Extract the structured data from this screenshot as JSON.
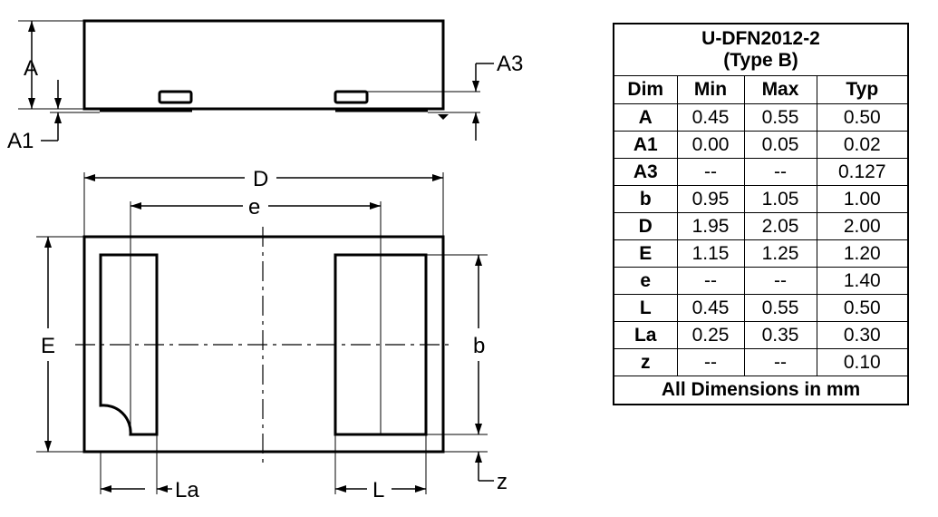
{
  "package": {
    "title_line1": "U-DFN2012-2",
    "title_line2": "(Type B)"
  },
  "table": {
    "columns": [
      "Dim",
      "Min",
      "Max",
      "Typ"
    ],
    "rows": [
      {
        "dim": "A",
        "min": "0.45",
        "max": "0.55",
        "typ": "0.50"
      },
      {
        "dim": "A1",
        "min": "0.00",
        "max": "0.05",
        "typ": "0.02"
      },
      {
        "dim": "A3",
        "min": "--",
        "max": "--",
        "typ": "0.127"
      },
      {
        "dim": "b",
        "min": "0.95",
        "max": "1.05",
        "typ": "1.00"
      },
      {
        "dim": "D",
        "min": "1.95",
        "max": "2.05",
        "typ": "2.00"
      },
      {
        "dim": "E",
        "min": "1.15",
        "max": "1.25",
        "typ": "1.20"
      },
      {
        "dim": "e",
        "min": "--",
        "max": "--",
        "typ": "1.40"
      },
      {
        "dim": "L",
        "min": "0.45",
        "max": "0.55",
        "typ": "0.50"
      },
      {
        "dim": "La",
        "min": "0.25",
        "max": "0.35",
        "typ": "0.30"
      },
      {
        "dim": "z",
        "min": "--",
        "max": "--",
        "typ": "0.10"
      }
    ],
    "footer": "All Dimensions in mm"
  },
  "drawing_labels": {
    "A": "A",
    "A1": "A1",
    "A3": "A3",
    "D": "D",
    "e": "e",
    "E": "E",
    "b": "b",
    "La": "La",
    "L": "L",
    "z": "z"
  }
}
